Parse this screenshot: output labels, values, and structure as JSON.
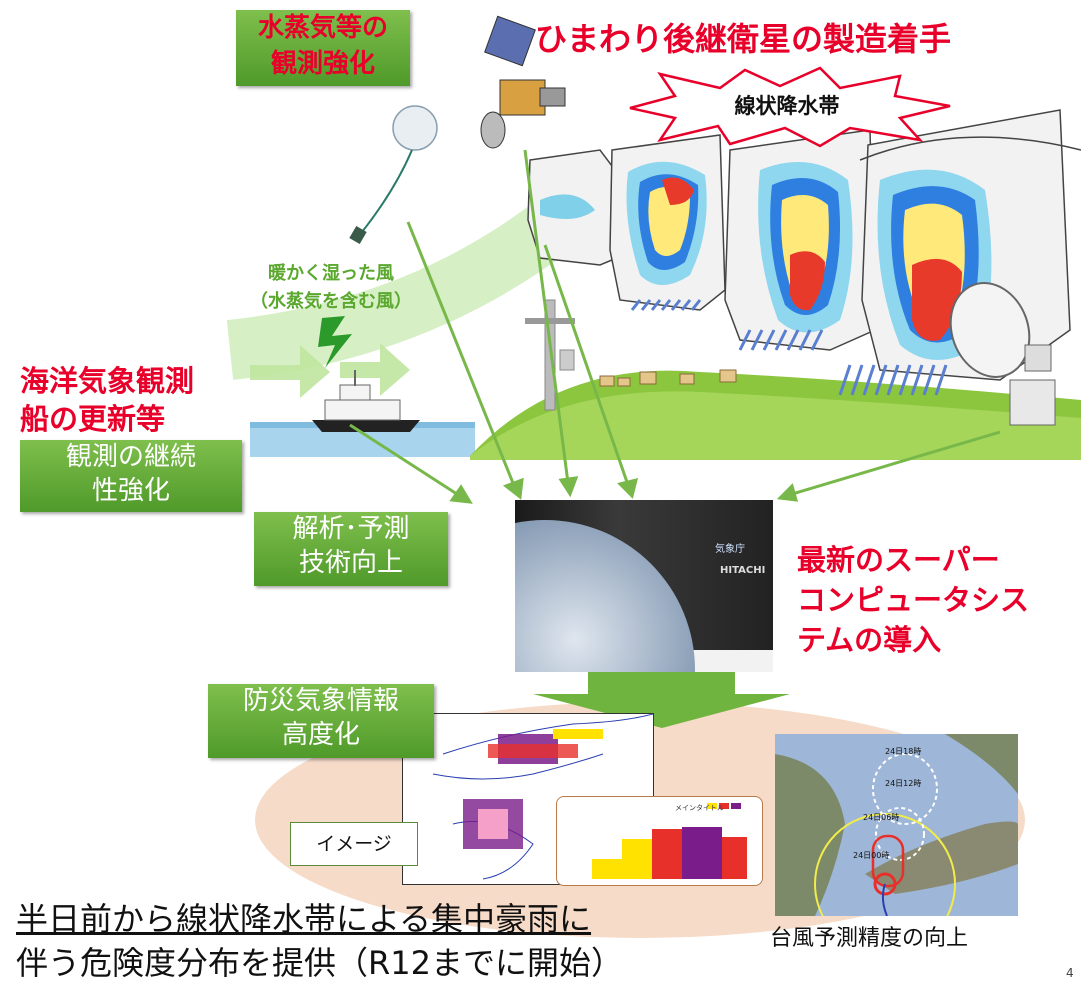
{
  "labels": {
    "water_vapor_box": "水蒸気等の\n観測強化",
    "satellite_title": "ひまわり後継衛星の製造着手",
    "linear_band_burst": "線状降水帯",
    "warm_wind": "暖かく湿った風\n（水蒸気を含む風）",
    "ocean_ship": "海洋気象観測\n船の更新等",
    "continuity_box": "観測の継続\n性強化",
    "analysis_box": "解析･予測\n技術向上",
    "supercomputer": "最新のスーパー\nコンピュータシス\nテムの導入",
    "disaster_box": "防災気象情報\n高度化",
    "image_label": "イメージ",
    "typhoon_caption": "台風予測精度の向上",
    "bottom_line1": "半日前から線状降水帯による集中豪雨に",
    "bottom_line2": "伴う危険度分布を提供（R12までに開始）",
    "page_mark": "4"
  },
  "typhoon_map": {
    "times": [
      "24日18時",
      "24日12時",
      "24日06時",
      "24日00時"
    ]
  },
  "supercomputer_panel": {
    "brand": "HITACHI",
    "agency": "気象庁"
  },
  "risk_table": {
    "title": "メインタイトル"
  },
  "colors": {
    "red_text": "#e8002a",
    "green_box": "#5ca632",
    "arrow_green": "#78b84a",
    "ellipse": "#f5d9c4"
  }
}
